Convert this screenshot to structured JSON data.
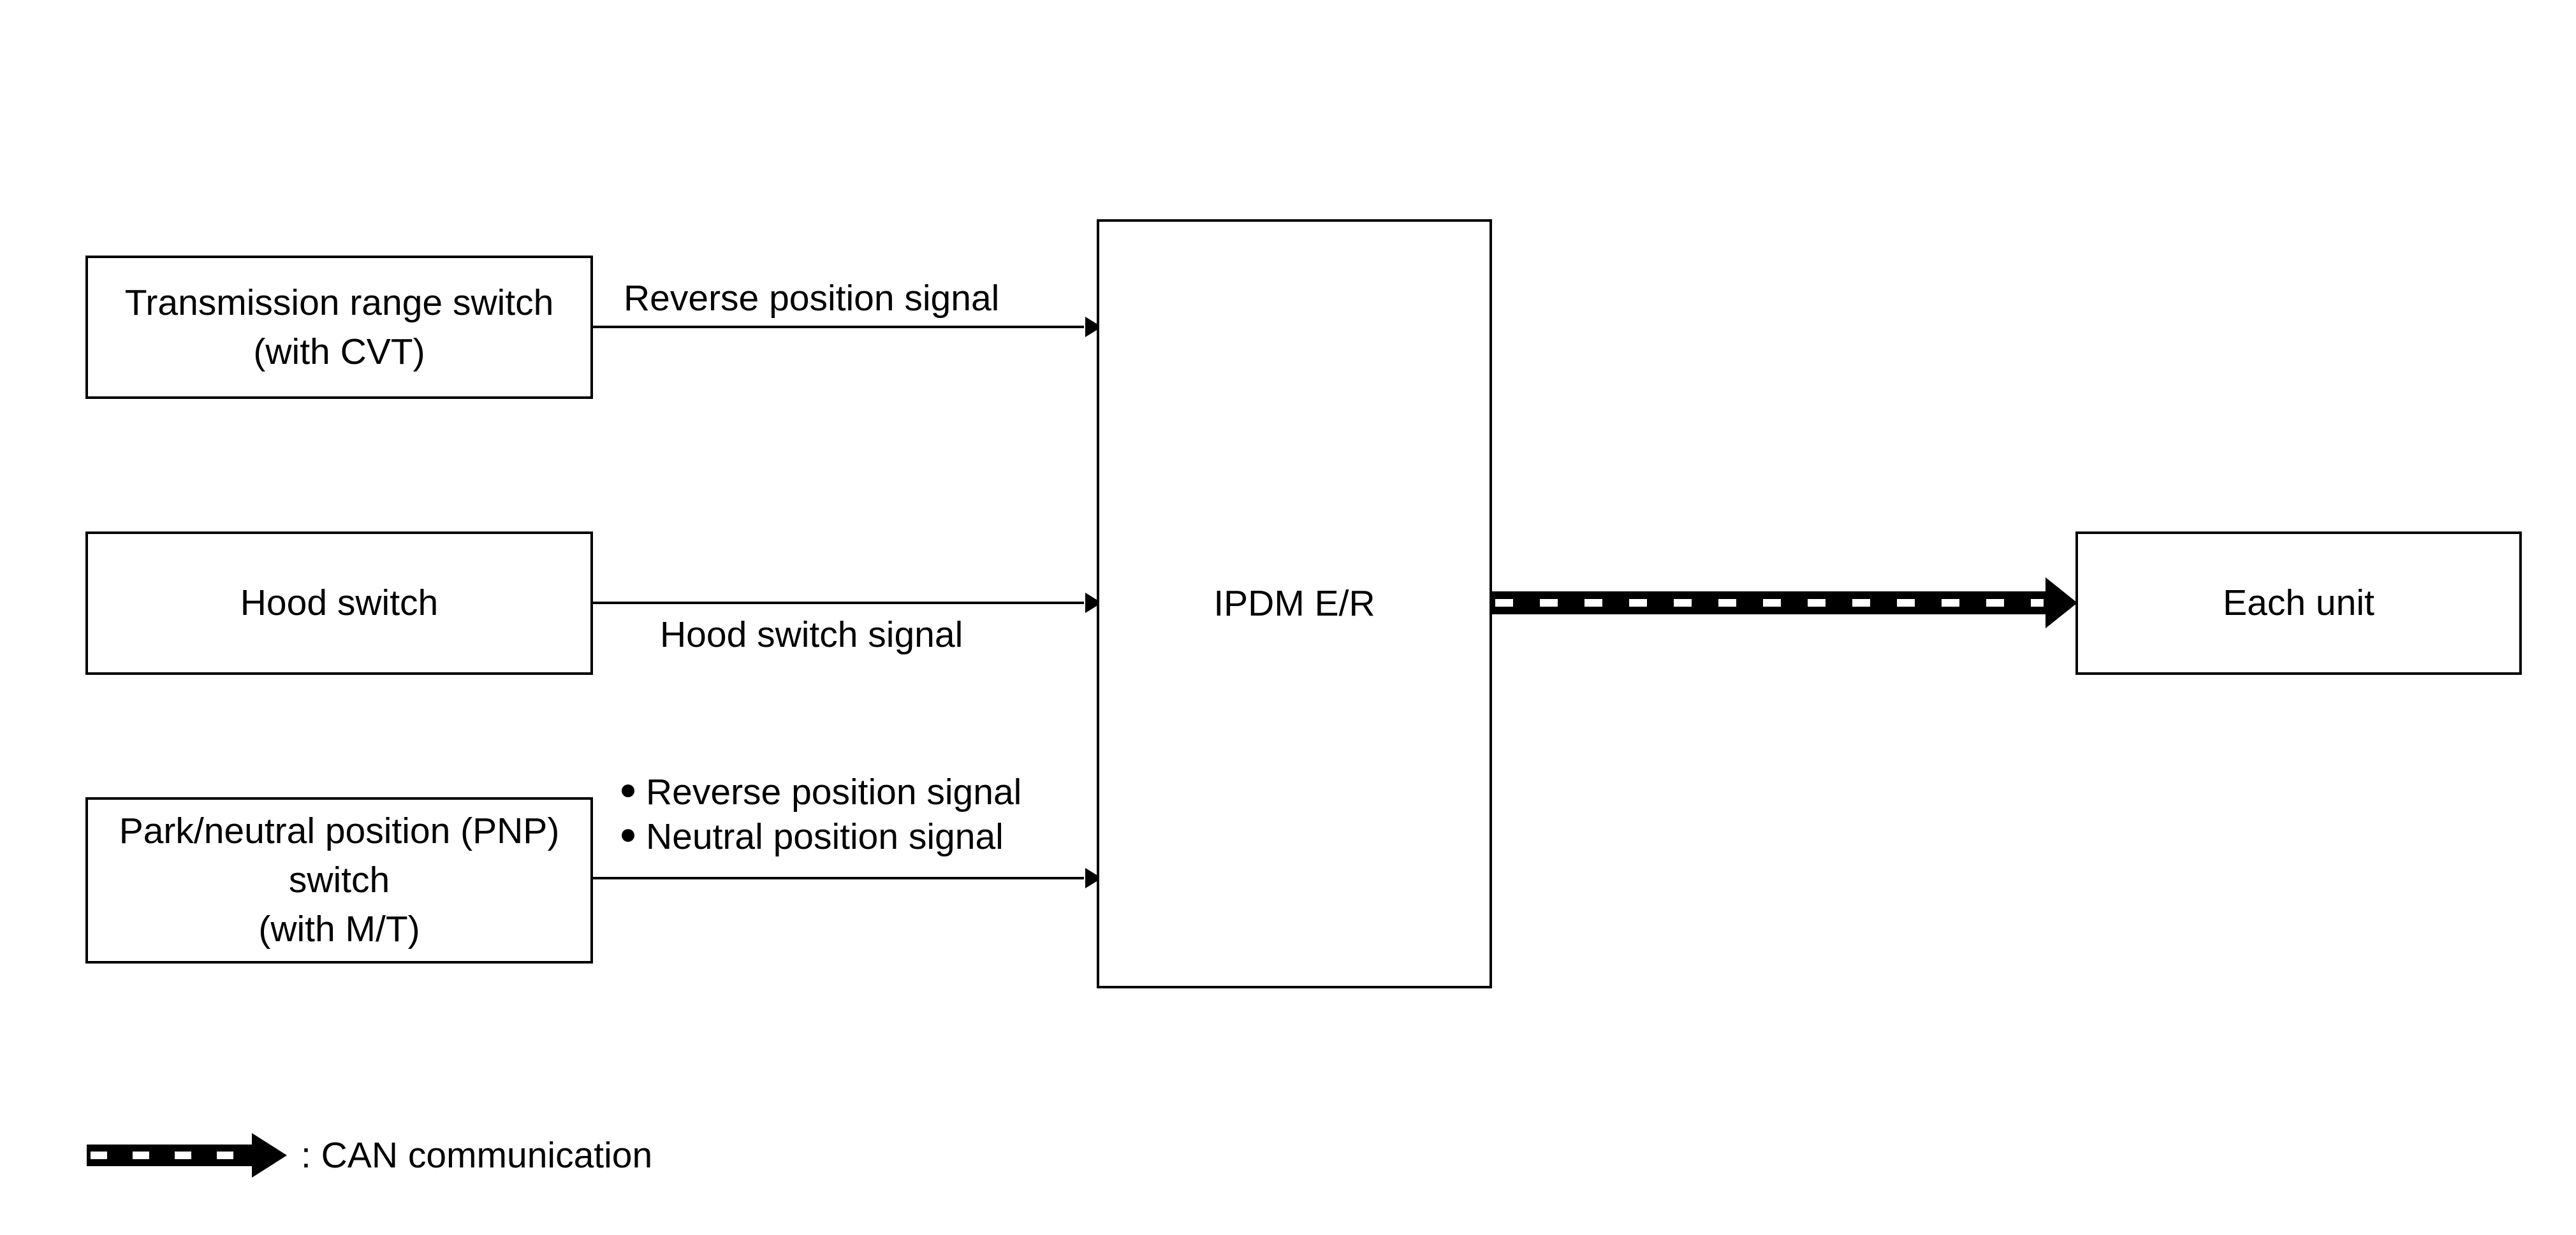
{
  "blocks": {
    "trs": {
      "line1": "Transmission range switch",
      "line2": "(with CVT)"
    },
    "hood": {
      "label": "Hood switch"
    },
    "pnp": {
      "line1": "Park/neutral position (PNP)",
      "line2": "switch",
      "line3": "(with M/T)"
    },
    "ipdm": {
      "label": "IPDM E/R"
    },
    "each_unit": {
      "label": "Each unit"
    }
  },
  "signals": {
    "trs_signal": "Reverse position signal",
    "hood_signal": "Hood switch signal",
    "pnp_signals": [
      "Reverse position signal",
      "Neutral position signal"
    ]
  },
  "legend": {
    "label": ": CAN communication"
  },
  "colors": {
    "line": "#000000",
    "background": "#ffffff",
    "can_dash": "#ffffff"
  }
}
